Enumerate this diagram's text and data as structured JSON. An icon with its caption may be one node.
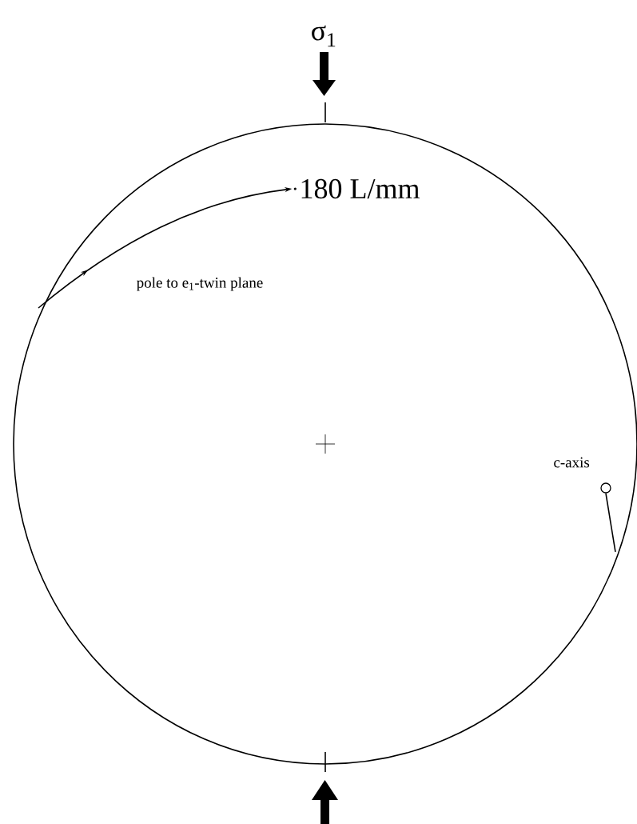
{
  "diagram": {
    "nodes": [
      {
        "text": [
          "180 L/mm"
        ]
      },
      {
        "text": [],
        "shape": "circle",
        "beside": [
          "c-axis"
        ]
      }
    ],
    "edges": [
      {
        "from": null,
        "to": 0,
        "arrow": "to"
      },
      {
        "from": 1,
        "to": null,
        "arrow": "none"
      }
    ],
    "labels": [
      "σ$_{1}$",
      "pole to e$_{1}$-twin plane"
    ]
  }
}
